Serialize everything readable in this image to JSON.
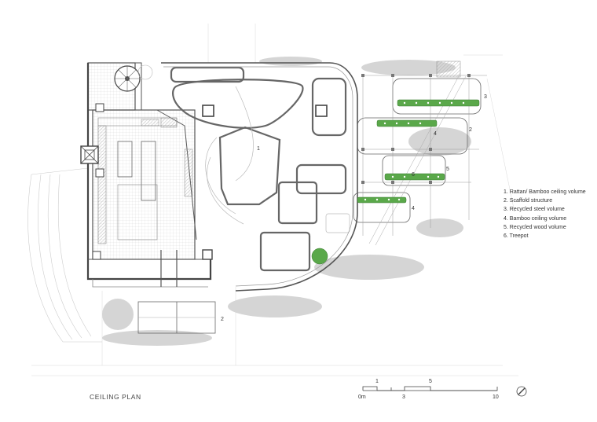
{
  "title": "CEILING PLAN",
  "legend": [
    "1. Rattan/ Bamboo ceiling volume",
    "2. Scaffold structure",
    "3. Recycled steel volume",
    "4. Bamboo ceiling volume",
    "5. Recycled wood volume",
    "6. Treepot"
  ],
  "plan_labels": {
    "rattan": "1",
    "scaffold_right": "2",
    "scaffold_bottom": "2",
    "steel": "3",
    "bamboo_upper": "4",
    "bamboo_lower": "4",
    "wood": "5",
    "treepot": "6"
  },
  "scale_bar": {
    "labels_top": [
      "1",
      "5"
    ],
    "labels_bottom": [
      "0m",
      "3",
      "10"
    ]
  },
  "icons": [
    "north-arrow-icon",
    "spiral-stair-icon",
    "column-icon",
    "plant-icon"
  ],
  "colors": {
    "line": "#555555",
    "light_line": "#bbbbbb",
    "green": "#5aa84a",
    "text": "#333333"
  }
}
